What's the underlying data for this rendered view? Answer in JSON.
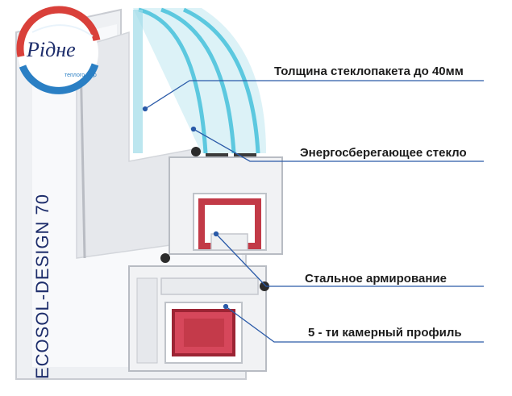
{
  "logo": {
    "name": "Рідне",
    "tagline": "теплого мир"
  },
  "brand_text": "ECOSOL-DESIGN 70",
  "callouts": [
    {
      "label": "Толщина стеклопакета до 40мм"
    },
    {
      "label": "Энергосберегающее стекло"
    },
    {
      "label": "Стальное армирование"
    },
    {
      "label": "5 - ти камерный профиль"
    }
  ],
  "colors": {
    "frame": "#f3f4f6",
    "frame_shadow": "#c9ccd2",
    "glass": "#7fd3e6",
    "steel": "#c23a47",
    "seal": "#2b2b2b",
    "leader": "#2a5aa8",
    "logo_red": "#d9403a",
    "logo_blue": "#2a7fc4"
  }
}
